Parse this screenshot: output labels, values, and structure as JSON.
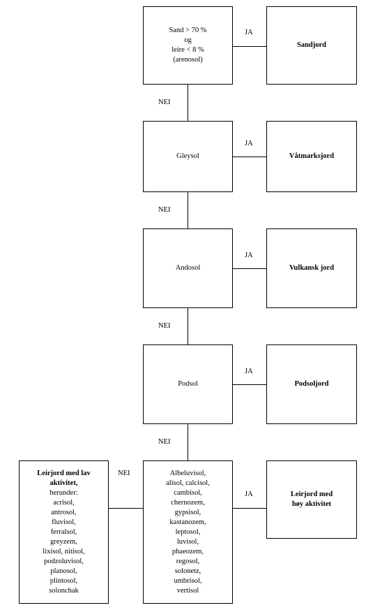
{
  "decision_nodes": {
    "sand": [
      "Sand > 70 %",
      "og",
      "leire < 8 %",
      "(arenosol)"
    ],
    "gleysol": "Gleysol",
    "andosol": "Andosol",
    "podsol": "Podsol",
    "last": [
      "Albeluvisol,",
      "alisol, calcisol,",
      "cambisol,",
      "chernozem,",
      "gypsisol,",
      "kastanozem,",
      "leptosol,",
      "luvisol,",
      "phaeozem,",
      "regosol,",
      "solonetz,",
      "umbrisol,",
      "vertisol"
    ]
  },
  "outcomes": {
    "sandjord": "Sandjord",
    "vatmarksjord": "Våtmarksjord",
    "vulkansk": "Vulkansk jord",
    "podsoljord": "Podsoljord",
    "hoy": [
      "Leirjord med",
      "høy aktivitet"
    ],
    "lav_title": [
      "Leirjord med lav",
      "aktivitet,"
    ],
    "lav_list": [
      "herunder:",
      "acrisol,",
      "antrosol,",
      "fluvisol,",
      "ferralsol,",
      "greyzem,",
      "lixisol, nitisol,",
      "podzoluvisol,",
      "planosol,",
      "plintosol,",
      "solonchak"
    ]
  },
  "labels": {
    "ja": "JA",
    "nei": "NEI"
  }
}
